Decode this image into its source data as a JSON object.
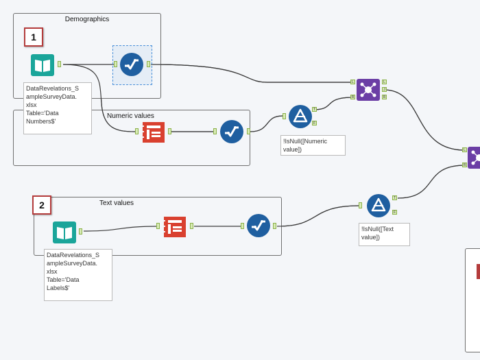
{
  "containers": {
    "demographics": {
      "title": "Demographics"
    },
    "numeric": {
      "title": "Numeric values"
    },
    "text": {
      "title": "Text values"
    }
  },
  "badges": {
    "one": "1",
    "two": "2"
  },
  "annotations": {
    "input1": [
      "DataRevelations_S",
      "ampleSurveyData.",
      "xlsx",
      "Table='Data",
      "Numbers$'"
    ],
    "input2": [
      "DataRevelations_S",
      "ampleSurveyData.",
      "xlsx",
      "Table='Data",
      "Labels$'"
    ],
    "filter1": [
      "!IsNull([Numeric",
      "value])"
    ],
    "filter2": [
      "!IsNull([Text",
      "value])"
    ]
  },
  "anchors": {
    "left": "L",
    "right": "R",
    "join": "J",
    "true": "T",
    "false": "F"
  },
  "colors": {
    "input": "#1aa59a",
    "select": "#1f5fa0",
    "transpose": "#d9402f",
    "filter": "#1f5fa0",
    "join": "#6b3ea5",
    "connection": "#3b3b3b"
  },
  "icons": {
    "input": "book-icon",
    "select": "checkmark-select-icon",
    "transpose": "transpose-icon",
    "filter": "filter-triangle-icon",
    "join": "join-icon"
  }
}
